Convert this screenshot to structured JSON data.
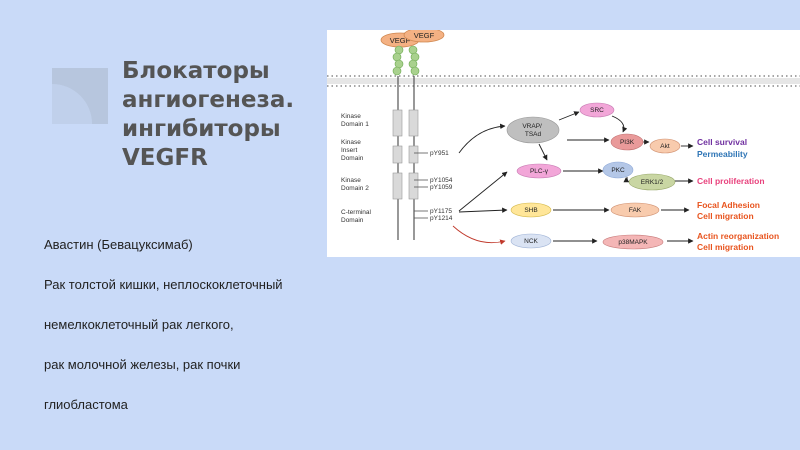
{
  "slide": {
    "title_lines": [
      "Блокаторы",
      "ангиогенеза.",
      "ингибиторы",
      "VEGFR"
    ],
    "body_lines": [
      "Авастин (Бевацуксимаб)",
      "Рак толстой кишки, неплоскоклеточный",
      "немелкоклеточный рак легкого,",
      "рак молочной железы, рак почки",
      "глиобластома"
    ]
  },
  "diagram": {
    "ligands": [
      "VEGF",
      "VEGF"
    ],
    "domains": [
      "Kinase Domain 1",
      "Kinase Insert Domain",
      "Kinase Domain 2",
      "C-terminal Domain"
    ],
    "phospho_sites": [
      "pY951",
      "pY1054",
      "pY1059",
      "pY1175",
      "pY1214"
    ],
    "nodes": {
      "src": "SRC",
      "vrap": "VRAP/ TSAd",
      "pi3k": "PI3K",
      "akt": "Akt",
      "plcg": "PLC-γ",
      "pkc": "PKC",
      "erk": "ERK1/2",
      "shb": "SHB",
      "fak": "FAK",
      "nck": "NCK",
      "p38": "p38MAPK"
    },
    "outcomes": {
      "survival": "Cell survival",
      "permeability": "Permeability",
      "proliferation": "Cell proliferation",
      "focal_adhesion": "Focal Adhesion",
      "migration1": "Cell migration",
      "actin": "Actin reorganization",
      "migration2": "Cell migration"
    },
    "colors": {
      "slide_bg": "#c9daf8",
      "title": "#555555",
      "survival": "#7030a0",
      "permeability": "#2e75b6",
      "proliferation": "#e8417c",
      "migration": "#e8541e"
    }
  }
}
